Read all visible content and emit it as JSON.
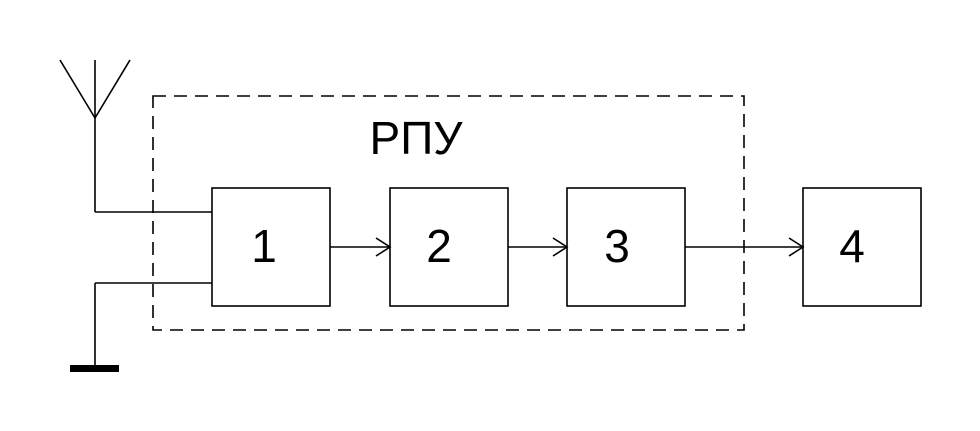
{
  "diagram": {
    "group_label": "РПУ",
    "blocks": [
      {
        "id": "1",
        "label": "1"
      },
      {
        "id": "2",
        "label": "2"
      },
      {
        "id": "3",
        "label": "3"
      },
      {
        "id": "4",
        "label": "4"
      }
    ],
    "icons": {
      "antenna": "antenna-icon",
      "ground": "ground-icon"
    },
    "colors": {
      "line": "#000000",
      "background": "#ffffff"
    }
  }
}
